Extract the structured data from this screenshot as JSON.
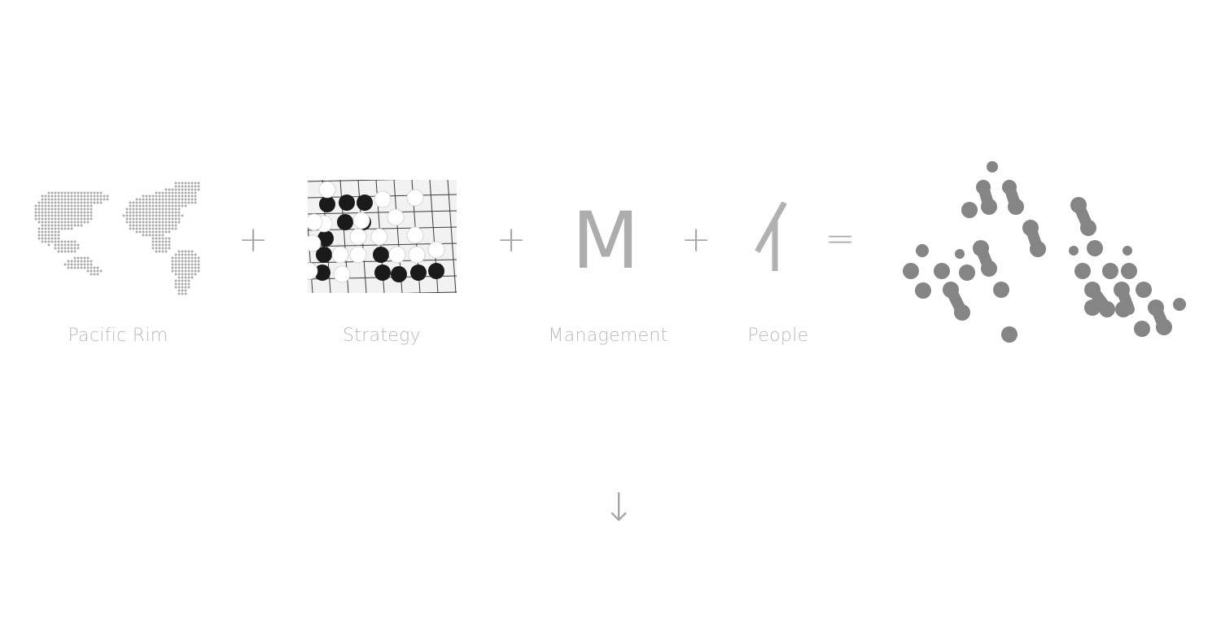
{
  "items": [
    {
      "label": "Pacific Rim",
      "icon": "dotted-world-map-icon"
    },
    {
      "label": "Strategy",
      "icon": "go-board-photo"
    },
    {
      "label": "Management",
      "icon": "letter-m-icon",
      "glyph": "M"
    },
    {
      "label": "People",
      "icon": "chinese-person-radical-icon"
    }
  ],
  "operators": {
    "plus": "+",
    "equals": "="
  },
  "result": {
    "icon": "dotted-logo-mark-icon"
  },
  "footer": {
    "icon": "down-arrow-icon",
    "glyph": "↓"
  },
  "colors": {
    "caption": "#b9b9b9",
    "operator": "#a8a8a8",
    "logo": "#858585",
    "map_dot": "#a9a9a9"
  }
}
